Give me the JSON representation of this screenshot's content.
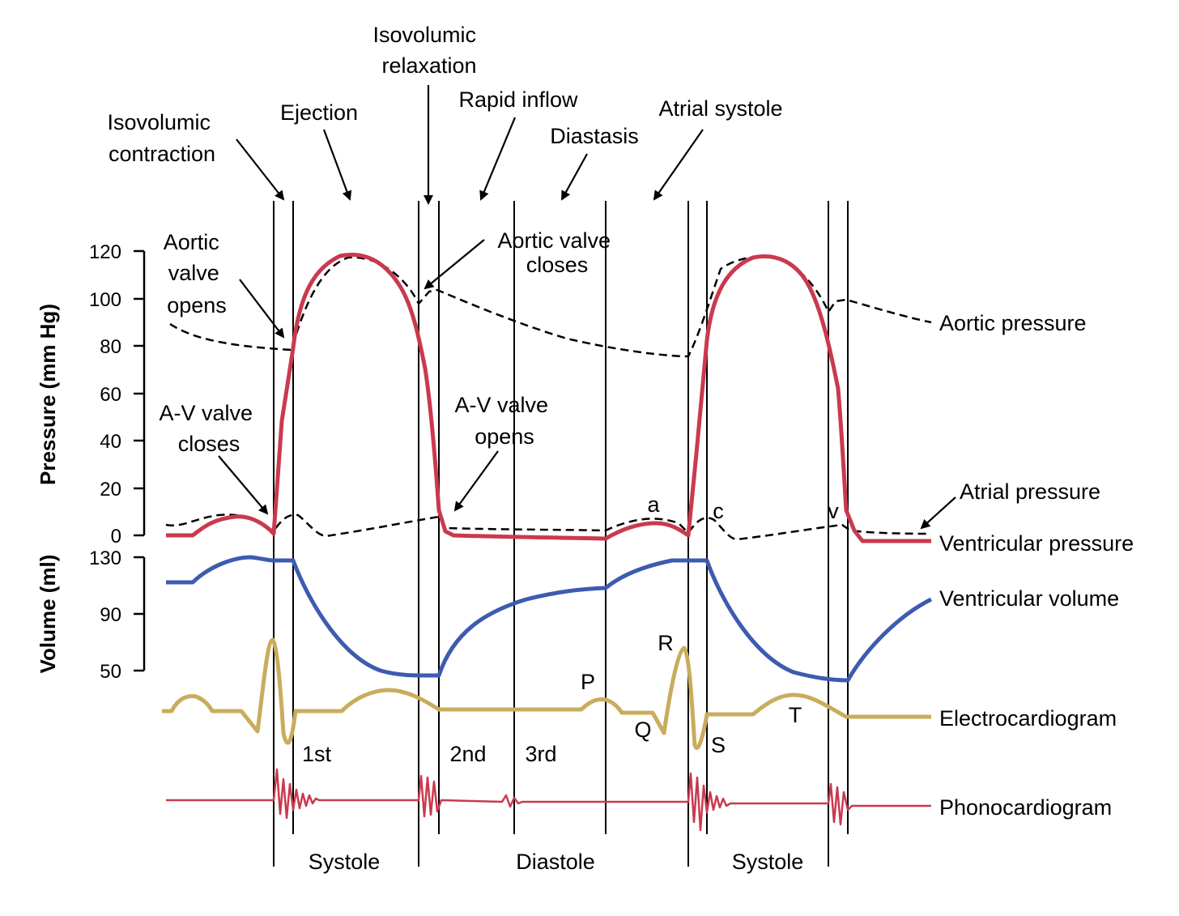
{
  "colors": {
    "pressure_red": "#C93A4E",
    "volume_blue": "#3D5BAF",
    "ecg_gold": "#C9AC5C",
    "phono_red": "#C93A4E",
    "black": "#000000"
  },
  "axes": {
    "pressure_title": "Pressure (mm Hg)",
    "volume_title": "Volume (ml)",
    "pressure_ticks": [
      "120",
      "100",
      "80",
      "60",
      "40",
      "20",
      "0"
    ],
    "volume_ticks": [
      "130",
      "90",
      "50"
    ]
  },
  "phase_labels": {
    "isovolumic_contraction": [
      "Isovolumic",
      "contraction"
    ],
    "ejection": "Ejection",
    "isovolumic_relaxation": [
      "Isovolumic",
      "relaxation"
    ],
    "rapid_inflow": "Rapid inflow",
    "diastasis": "Diastasis",
    "atrial_systole": "Atrial systole"
  },
  "annotations": {
    "aortic_valve_opens": [
      "Aortic",
      "valve",
      "opens"
    ],
    "aortic_valve_closes": [
      "Aortic valve",
      "closes"
    ],
    "av_valve_closes": [
      "A-V valve",
      "closes"
    ],
    "av_valve_opens": [
      "A-V valve",
      "opens"
    ],
    "wave_a": "a",
    "wave_c": "c",
    "wave_v": "v"
  },
  "curve_labels": {
    "aortic_pressure": "Aortic pressure",
    "atrial_pressure": "Atrial pressure",
    "ventricular_pressure": "Ventricular pressure",
    "ventricular_volume": "Ventricular volume",
    "electrocardiogram": "Electrocardiogram",
    "phonocardiogram": "Phonocardiogram"
  },
  "ecg_waves": {
    "p": "P",
    "q": "Q",
    "r": "R",
    "s": "S",
    "t": "T"
  },
  "heart_sounds": {
    "first": "1st",
    "second": "2nd",
    "third": "3rd"
  },
  "periods": {
    "systole_1": "Systole",
    "diastole": "Diastole",
    "systole_2": "Systole"
  }
}
